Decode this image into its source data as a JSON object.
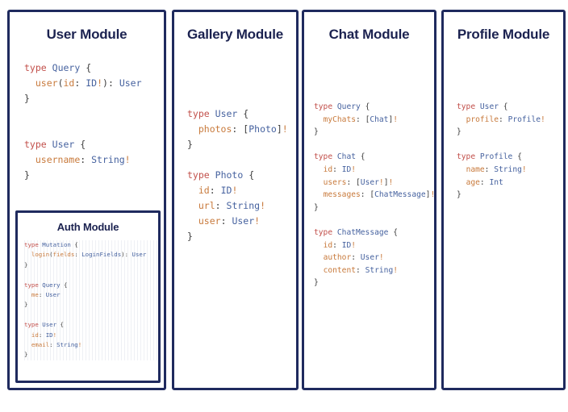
{
  "board": {
    "background": "#ffffff",
    "border_color": "#1f2a5e",
    "syntax_colors": {
      "keyword": "#c2504b",
      "type": "#46629f",
      "field": "#c87a3c",
      "punctuation": "#3d3d3d",
      "title": "#1b2250"
    }
  },
  "cards": {
    "user": {
      "title": "User Module",
      "code": "type Query {\n  user(id: ID!): User\n}\n\n\ntype User {\n  username: String!\n}"
    },
    "auth": {
      "title": "Auth Module",
      "code": "type Mutation {\n  login(fields: LoginFields): User\n}\n\ntype Query {\n  me: User\n}\n\ntype User {\n  id: ID!\n  email: String!\n}"
    },
    "gallery": {
      "title": "Gallery Module",
      "code": "type User {\n  photos: [Photo]!\n}\n\ntype Photo {\n  id: ID!\n  url: String!\n  user: User!\n}"
    },
    "chat": {
      "title": "Chat Module",
      "code": "type Query {\n  myChats: [Chat]!\n}\n\ntype Chat {\n  id: ID!\n  users: [User!]!\n  messages: [ChatMessage]!\n}\n\ntype ChatMessage {\n  id: ID!\n  author: User!\n  content: String!\n}"
    },
    "profile": {
      "title": "Profile Module",
      "code": "type User {\n  profile: Profile!\n}\n\ntype Profile {\n  name: String!\n  age: Int\n}"
    }
  }
}
